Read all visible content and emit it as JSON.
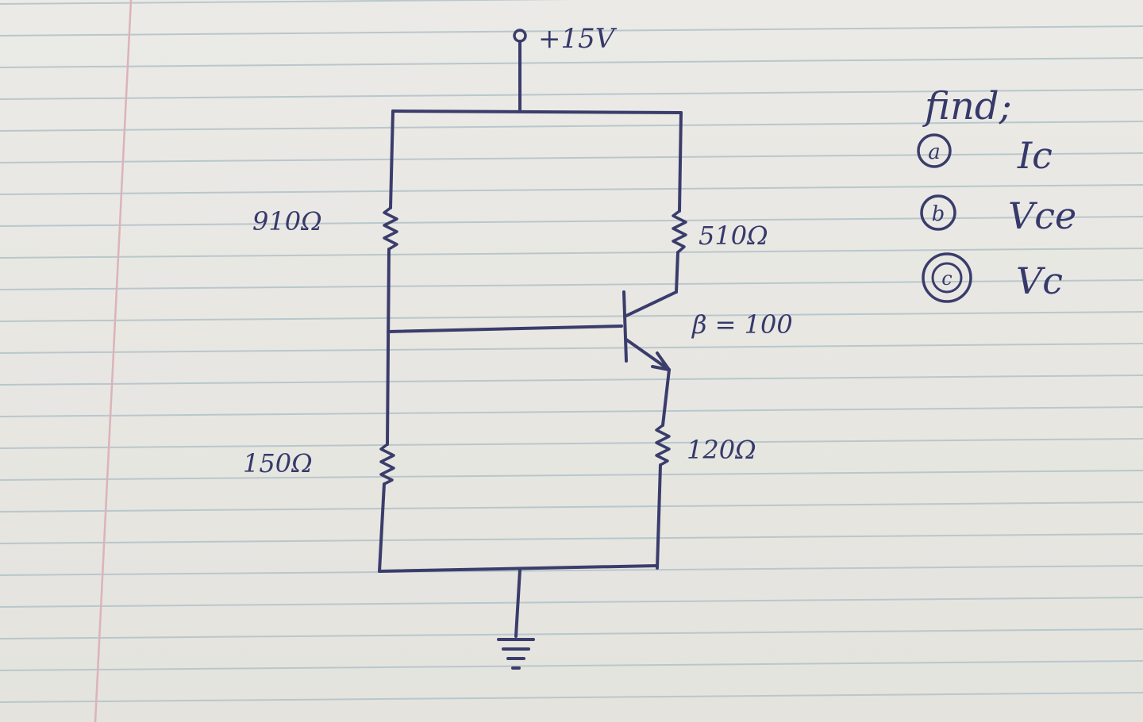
{
  "diagram": {
    "supply_label": "+15V",
    "resistors": {
      "r1": "910Ω",
      "r2": "150Ω",
      "rc": "510Ω",
      "re": "120Ω"
    },
    "beta_label": "β = 100",
    "find": {
      "title": "find;",
      "items": [
        {
          "marker": "a",
          "text": "Ic"
        },
        {
          "marker": "b",
          "text": "Vce"
        },
        {
          "marker": "c",
          "text": "Vc"
        }
      ]
    }
  },
  "colors": {
    "ink": "#36396a",
    "paper": "#e7e6e1",
    "rule": "#b9c7cc",
    "margin": "#dcb3b8"
  },
  "icons": {
    "ground": "ground-icon",
    "transistor": "npn-transistor-icon",
    "terminal": "supply-terminal-icon"
  }
}
